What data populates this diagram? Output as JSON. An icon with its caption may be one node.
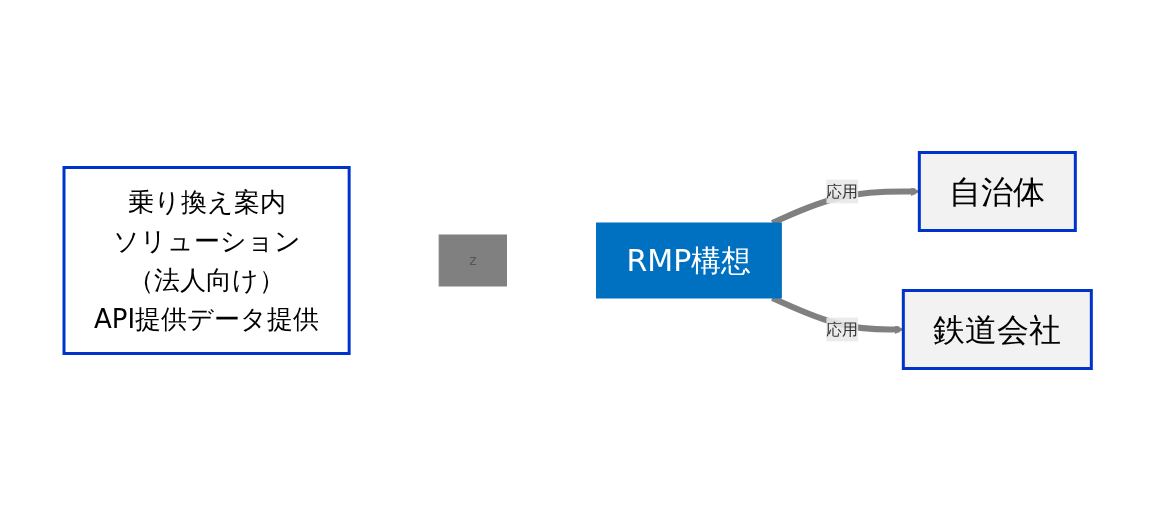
{
  "diagram": {
    "nodes": [
      {
        "text": [
          "乗り換え案内",
          "ソリューション",
          "（法人向け）",
          "API提供データ提供"
        ]
      },
      {
        "text": [
          "z"
        ]
      },
      {
        "text": [
          "RMP構想"
        ]
      },
      {
        "text": [
          "自治体"
        ]
      },
      {
        "text": [
          "鉄道会社"
        ]
      }
    ],
    "edges": [
      {
        "from": 2,
        "to": 3,
        "label": "応用",
        "arrow": "to"
      },
      {
        "from": 2,
        "to": 4,
        "label": "応用",
        "arrow": "to"
      }
    ]
  }
}
